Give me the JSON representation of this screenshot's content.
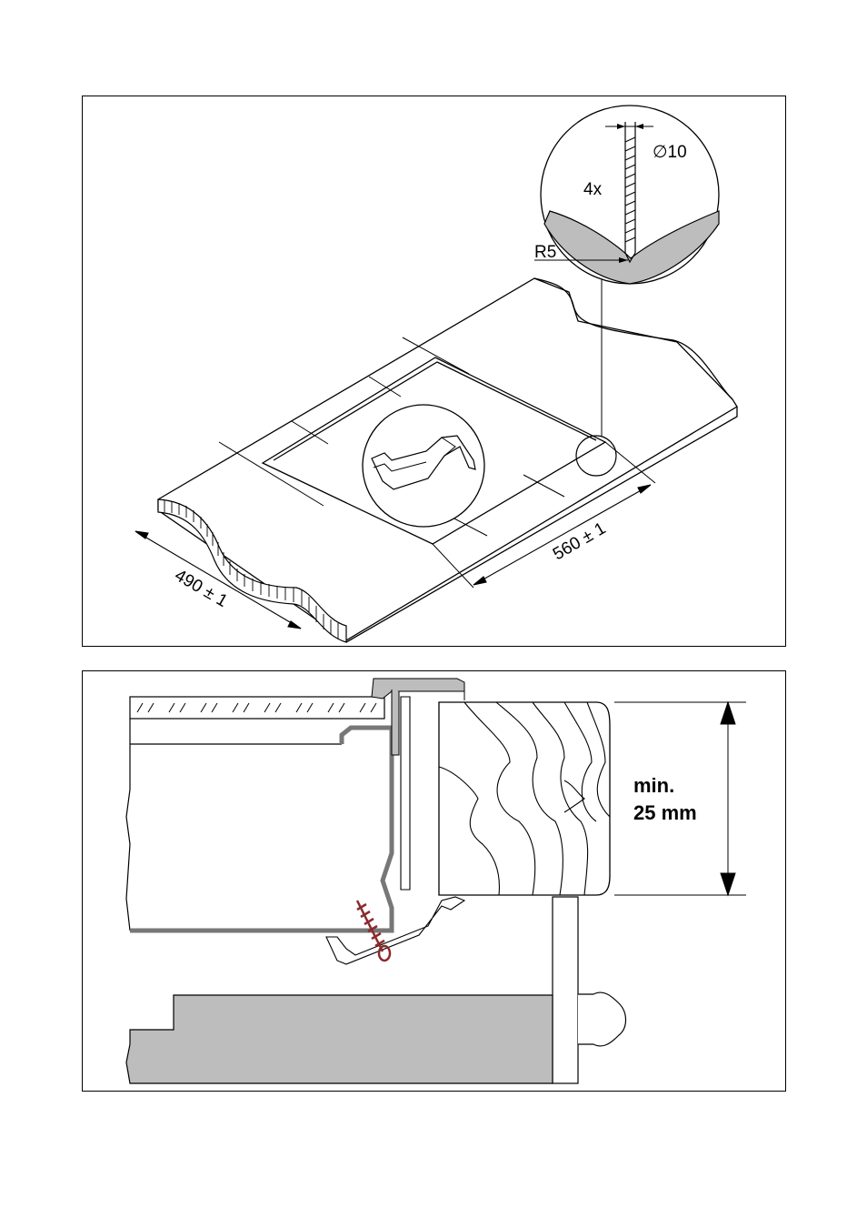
{
  "top_diagram": {
    "detail_count": "4x",
    "drill_diameter": "∅10",
    "corner_radius": "R5",
    "depth_dimension": "490 ± 1",
    "width_dimension": "560 ± 1"
  },
  "bottom_diagram": {
    "min_thickness_line1": "min.",
    "min_thickness_line2": "25 mm"
  },
  "colors": {
    "line": "#000000",
    "grey_fill": "#bdbdbd",
    "screw": "#8b2a2a"
  }
}
